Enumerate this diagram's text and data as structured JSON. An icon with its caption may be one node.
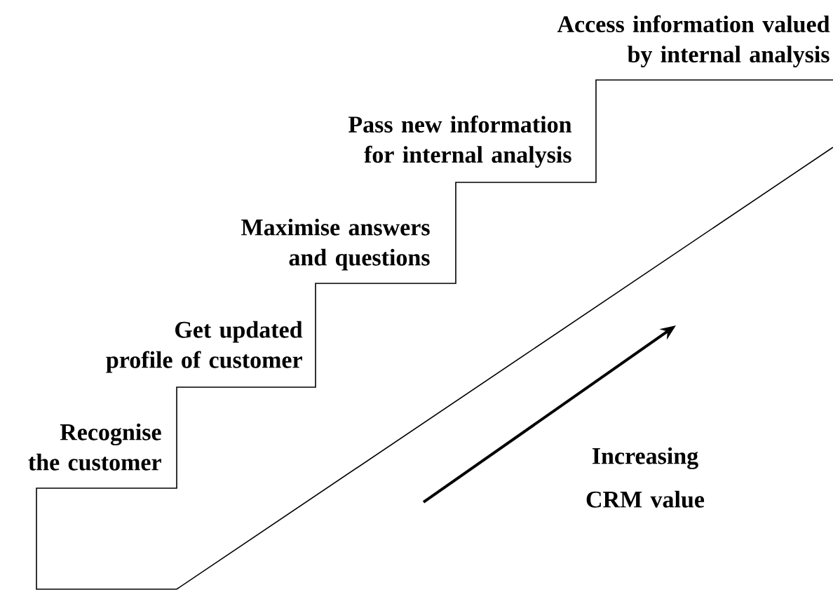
{
  "diagram": {
    "labels": [
      "Recognise the customer",
      "Get updated profile of customer",
      "Maximise answers and questions",
      "Pass new information for internal analysis",
      "Access information valued by internal analysis",
      "Increasing CRM value"
    ]
  }
}
